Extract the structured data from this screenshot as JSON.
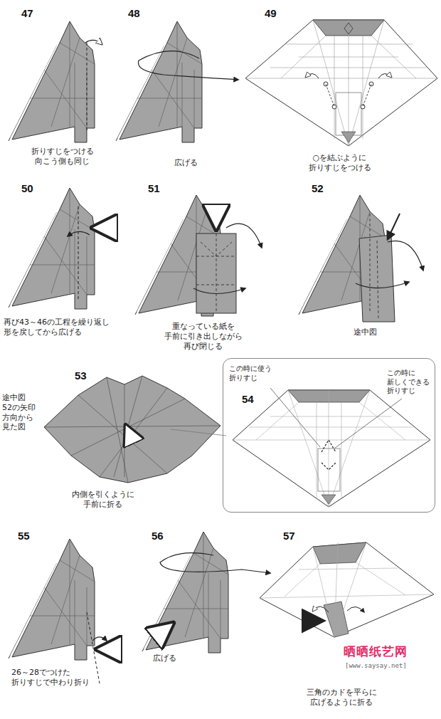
{
  "diagram": {
    "nodes": [
      {
        "text": [
          "この時に使う 折りすじ",
          "この時に 新しくできる 折りすじ"
        ]
      }
    ],
    "labels": [
      "47",
      "折りすじをつける 向こう側も同じ",
      "48",
      "広げる",
      "49",
      "○を結ぶように 折りすじをつける",
      "50",
      "再び43～46の工程を繰り返し 形を戻してから広げる",
      "51",
      "重なっている紙を 手前に引き出しながら 再び閉じる",
      "52",
      "途中図",
      "53",
      "途中図 52の矢印 方向から 見た図",
      "内側を引くように 手前に折る",
      "54",
      "55",
      "26～28でつけた 折りすじで中わり折り",
      "56",
      "広げる",
      "57",
      "三角のカドを平らに 広げるように折る",
      "晒晒纸艺网",
      "[www.saysay.net]"
    ]
  }
}
